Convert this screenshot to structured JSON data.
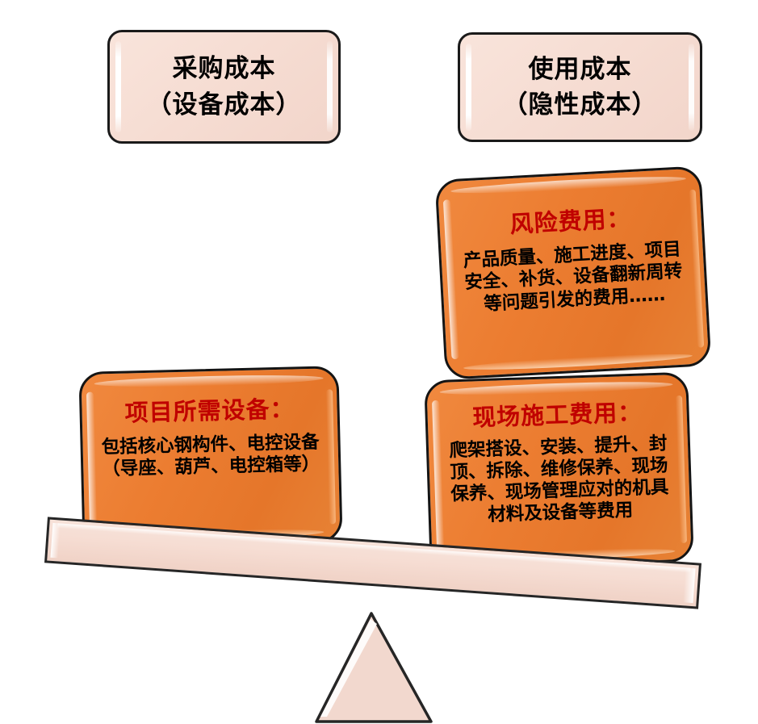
{
  "diagram": {
    "type": "balance-scale-comparison",
    "colors": {
      "card_fill": "#ED7D31",
      "card_title": "#C00000",
      "plaque_fill": "#F6DDD3",
      "outline": "#1A1A1A",
      "body_text": "#000000",
      "background": "#FFFFFF"
    }
  },
  "headers": {
    "left": {
      "line1": "采购成本",
      "line2": "（设备成本）"
    },
    "right": {
      "line1": "使用成本",
      "line2": "（隐性成本）"
    }
  },
  "cards": {
    "risk": {
      "title": "风险费用：",
      "body": "产品质量、施工进度、项目安全、补货、设备翻新周转等问题引发的费用……"
    },
    "equipment": {
      "title": "项目所需设备：",
      "body": "包括核心钢构件、电控设备（导座、葫芦、电控箱等）"
    },
    "site": {
      "title": "现场施工费用：",
      "body": "爬架搭设、安装、提升、封顶、拆除、维修保养、现场保养、现场管理应对的机具材料及设备等费用"
    }
  },
  "seesaw": {
    "beam_label": "balance-beam",
    "fulcrum_label": "fulcrum-triangle",
    "tilt_degrees": 4
  }
}
